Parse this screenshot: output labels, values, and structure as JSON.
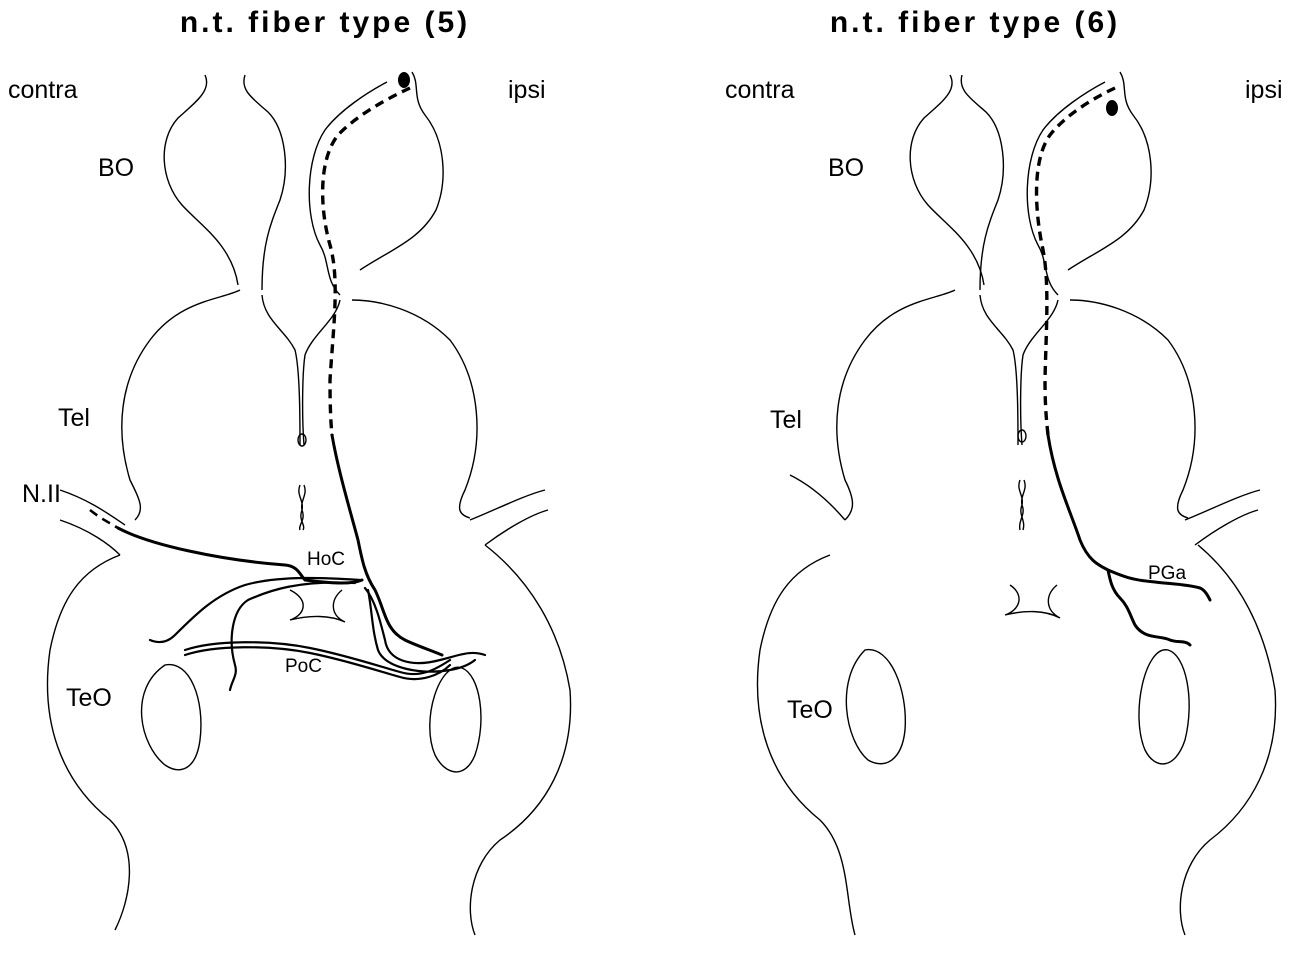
{
  "left_panel": {
    "title": "n.t. fiber type (5)",
    "labels": {
      "contra": "contra",
      "ipsi": "ipsi",
      "bo": "BO",
      "tel": "Tel",
      "nii": "N.II",
      "hoc": "HoC",
      "poc": "PoC",
      "teo": "TeO"
    }
  },
  "right_panel": {
    "title": "n.t. fiber type (6)",
    "labels": {
      "contra": "contra",
      "ipsi": "ipsi",
      "bo": "BO",
      "tel": "Tel",
      "pga": "PGa",
      "teo": "TeO"
    }
  }
}
